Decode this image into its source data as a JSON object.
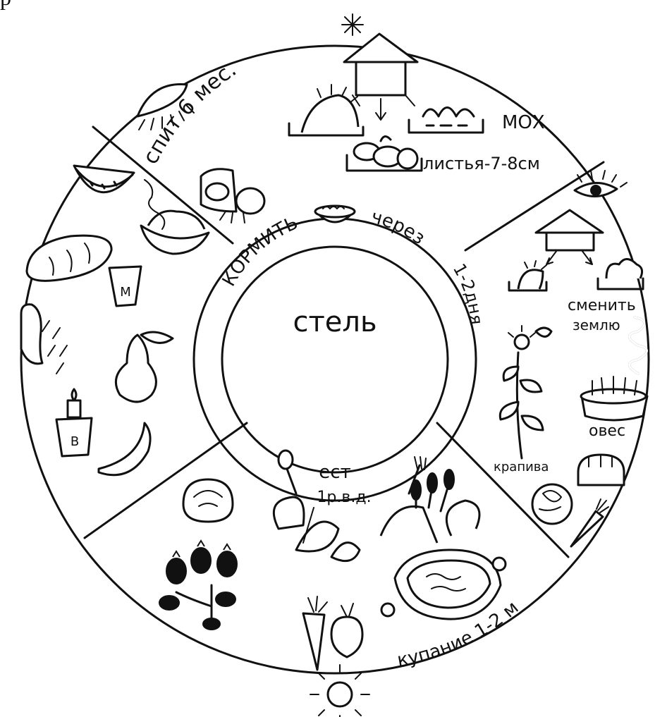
{
  "top_fragment": "р",
  "center": {
    "label": "стель"
  },
  "inner_ring": {
    "feed": "КОРМИТЬ",
    "every": "через",
    "days": "1-2дня",
    "eat": "ест",
    "times": "1р.в.д."
  },
  "sectors": {
    "winter": {
      "sleeps": "спит 6 мес.",
      "moss": "МОХ",
      "leaves": "листья-7-8см"
    },
    "spring": {
      "change_soil": "сменить",
      "soil": "землю",
      "oats": "овес",
      "nettle": "крапива"
    },
    "summer": {
      "bath": "купание 1-2 м"
    },
    "food": {
      "milk_letter": "М",
      "vitamin_letter": "В"
    }
  }
}
